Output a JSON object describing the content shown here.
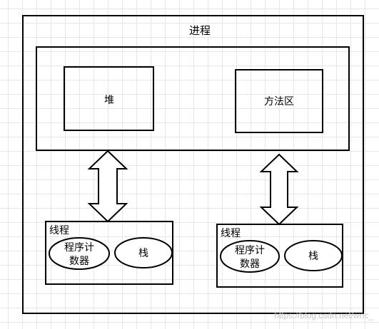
{
  "process": {
    "label": "进程"
  },
  "shared": {
    "heap_label": "堆",
    "method_area_label": "方法区"
  },
  "threads": [
    {
      "label": "线程",
      "pc_line1": "程序计",
      "pc_line2": "数器",
      "stack_label": "栈"
    },
    {
      "label": "线程",
      "pc_line1": "程序计",
      "pc_line2": "数器",
      "stack_label": "栈"
    }
  ],
  "watermark": "https://blog.csdn.net/wnc_"
}
